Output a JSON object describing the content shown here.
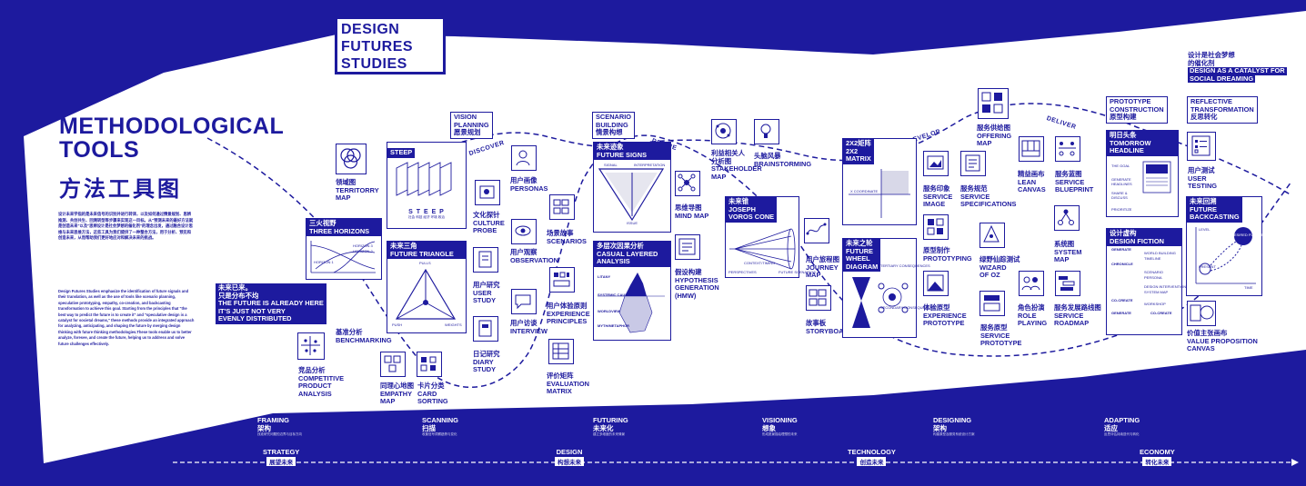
{
  "colors": {
    "brand": "#1d1a9e",
    "paper": "#ffffff"
  },
  "logo": [
    "DESIGN",
    "FUTURES",
    "STUDIES"
  ],
  "title_en": [
    "METHODOLOGICAL",
    "TOOLS"
  ],
  "title_cn": "方法工具图",
  "intro_cn": "设计未来学指的是未来信号的识别并进行转译，以及如何通过情景规划、思辨推测、共创共生、回溯转型等步骤来实现这一目标。从\"预测未来的最好方法就是创造未来\"以及\"思辨设计是社会梦想的催化剂\"的理念出发，通过融合设计思维与未来思维方法，这些工具为我们提供了一种整合方法，用于分析、预见和创造未来，从而帮助我们更好地应对和解决未来的挑战。",
  "intro_en": "Design Futures Studies emphasize the identification of future signals and their translation, as well as the use of tools like scenario planning, speculative prototyping, empathy, co-creation, and backcasting transformation to achieve this goal. Starting from the principles that \"the best way to predict the future is to create it\" and \"speculative design is a catalyst for societal dreams,\" these methods provide an integrated approach for analyzing, anticipating, and shaping the future by merging design thinking with future thinking methodologies.These tools enable us to better analyze, foresee, and create the future, helping us to address and solve future challenges effectively.",
  "phases": {
    "discover": "DISCOVER",
    "define": "DEFINE",
    "develop": "DEVELOP",
    "deliver": "DELIVER"
  },
  "tools": {
    "territorry_map": [
      "领域图",
      "TERRITORRY",
      "MAP"
    ],
    "three_horizons": [
      "三火视野",
      "THREE HORIZONS"
    ],
    "horizons_inner": [
      "HORIZON 1",
      "HORIZON 2",
      "HORIZON 3"
    ],
    "already_here": [
      "未来已来。",
      "只是分布不均",
      "THE FUTURE IS ALREADY HERE",
      "IT'S JUST NOT VERY",
      "EVENLY DISTRIBUTED"
    ],
    "benchmarking": [
      "基准分析",
      "BENCHMARKING"
    ],
    "competitive": [
      "竞品分析",
      "COMPETITIVE",
      "PRODUCT",
      "ANALYSIS"
    ],
    "steep": "STEEP",
    "steep_letters": "S  T  E  E  P",
    "steep_sub": "社会  科技  经济  环境  政治",
    "future_triangle": [
      "未来三角",
      "FUTURE TRIANGLE"
    ],
    "triangle_pulls": "PULLS",
    "triangle_push": "PUSH",
    "triangle_weights": "WEIGHTS",
    "empathy_map": [
      "同理心地图",
      "EMPATHY",
      "MAP"
    ],
    "card_sorting": [
      "卡片分类",
      "CARD",
      "SORTING"
    ],
    "vision_planning": [
      "VISION",
      "PLANNING",
      "愿景规划"
    ],
    "personas": [
      "用户画像",
      "PERSONAS"
    ],
    "culture_probe": [
      "文化探针",
      "CULTURE",
      "PROBE"
    ],
    "scenarios": [
      "场景故事",
      "SCENARIOS"
    ],
    "observation": [
      "用户观察",
      "OBSERVATION"
    ],
    "user_study": [
      "用户研究",
      "USER",
      "STUDY"
    ],
    "interview": [
      "用户访谈",
      "INTERVIEW"
    ],
    "experience_principles": [
      "用户体验原则",
      "EXPERIENCE",
      "PRINCIPLES"
    ],
    "diary_study": [
      "日记研究",
      "DIARY",
      "STUDY"
    ],
    "evaluation_matrix": [
      "评价矩阵",
      "EVALUATION",
      "MATRIX"
    ],
    "scenario_building": [
      "SCENARIO",
      "BUILDING",
      "情景构想"
    ],
    "future_signs": [
      "未来迹象",
      "FUTURE SIGNS"
    ],
    "signs_inner": [
      "SIGNAL",
      "INTERPRETATION",
      "ISSUE"
    ],
    "cla": [
      "多层次因果分析",
      "CASUAL LAYERED",
      "ANALYSIS"
    ],
    "cla_inner": [
      "LITANY",
      "SYSTEMIC CAUSES",
      "WORLDVIEW",
      "MYTH/METAPHOR"
    ],
    "stakeholder_map": [
      "利益相关人",
      "分析图",
      "STAKEHOLDER",
      "MAP"
    ],
    "brainstorming": [
      "头脑风暴",
      "BRAINSTORMING"
    ],
    "mind_map": [
      "思维导图",
      "MIND MAP"
    ],
    "hmw": [
      "假设构建",
      "HYPOTHESIS",
      "GENERATION",
      "(HMW)"
    ],
    "voros_cone": [
      "未来锥",
      "JOSEPH",
      "VOROS CONE"
    ],
    "cone_inner": [
      "PERSPECTIVES",
      "CONTEXT/TIMING",
      "FUTURE SCENARIOS"
    ],
    "journey_map": [
      "用户旅程图",
      "JOURNEY",
      "MAP"
    ],
    "storyboard": [
      "故事板",
      "STORYBOARD"
    ],
    "matrix": [
      "2X2矩阵",
      "2X2",
      "MATRIX"
    ],
    "matrix_inner": "X COORDINATE",
    "future_wheel": [
      "未来之轮",
      "FUTURE",
      "WHEEL",
      "DIAGRAM"
    ],
    "wheel_inner": [
      "TERTIARY CONSEQUENCES",
      "SECONDARY CONSEQUENCES"
    ],
    "service_image": [
      "服务印象",
      "SERVICE",
      "IMAGE"
    ],
    "service_spec": [
      "服务规范",
      "SERVICE",
      "SPECIFICATIONS"
    ],
    "prototyping": [
      "原型制作",
      "PROTOTYPING"
    ],
    "experience_prototype": [
      "体验原型",
      "EXPERIENCE",
      "PROTOTYPE"
    ],
    "offering_map": [
      "服务供给图",
      "OFFERING",
      "MAP"
    ],
    "lean_canvas": [
      "精益画布",
      "LEAN",
      "CANVAS"
    ],
    "service_blueprint": [
      "服务蓝图",
      "SERVICE",
      "BLUEPRINT"
    ],
    "wizard_of_oz": [
      "绿野仙踪测试",
      "WIZARD",
      "OF OZ"
    ],
    "system_map": [
      "系统图",
      "SYSTEM",
      "MAP"
    ],
    "role_playing": [
      "角色扮演",
      "ROLE",
      "PLAYING"
    ],
    "service_roadmap": [
      "服务发展路线图",
      "SERVICE",
      "ROADMAP"
    ],
    "service_prototype": [
      "服务原型",
      "SERVICE",
      "PROTOTYPE"
    ],
    "catalyst": [
      "设计是社会梦想",
      "的催化剂",
      "DESIGN AS A CATALYST FOR",
      "SOCIAL DREAMING"
    ],
    "prototype_construction": [
      "PROTOTYPE",
      "CONSTRUCTION",
      "原型构建"
    ],
    "reflective_transformation": [
      "REFLECTIVE",
      "TRANSFORMATION",
      "反思转化"
    ],
    "tomorrow_headline": [
      "明日头条",
      "TOMORROW",
      "HEADLINE"
    ],
    "headline_inner": [
      "THE GOAL",
      "GENERATE",
      "HEADLINES",
      "SHARE &",
      "DISCUSS",
      "PRIORITIZE"
    ],
    "user_testing": [
      "用户测试",
      "USER",
      "TESTING"
    ],
    "backcasting": [
      "未来回溯",
      "FUTURE",
      "BACKCASTING"
    ],
    "design_fiction": [
      "设计虚构",
      "DESIGN FICTION"
    ],
    "fiction_inner": [
      "GENERATE",
      "WORLD BUILDING",
      "TIMELINE",
      "CHRONICLE",
      "SCENARIO",
      "PERSONA",
      "DESIGN INTERVENTION",
      "SYSTEM MAP",
      "CO-CREATE",
      "WORKSHOP",
      "GENERATE",
      "CO-CREATE"
    ],
    "backcast_inner": [
      "LEVEL",
      "PRESENT",
      "DESIRED FUTURE",
      "TIME"
    ],
    "vpc": [
      "价值主张画布",
      "VALUE PROPOSITION",
      "CANVAS"
    ]
  },
  "stages": [
    {
      "en": "FRAMING",
      "cn": "架构",
      "desc": "找准研究问题的边界与目标方向"
    },
    {
      "en": "SCANNING",
      "cn": "扫描",
      "desc": "收集信号洞察趋势与变化"
    },
    {
      "en": "FUTURING",
      "cn": "未来化",
      "desc": "建立多维度的未来情景"
    },
    {
      "en": "VISIONING",
      "cn": "想象",
      "desc": "形成愿景描绘理想的未来"
    },
    {
      "en": "DESIGNING",
      "cn": "架构",
      "desc": "构建原型及服务系统设计方案"
    },
    {
      "en": "ADAPTING",
      "cn": "适应",
      "desc": "反思评估持续迭代与转化"
    }
  ],
  "timeline": [
    {
      "en": "STRATEGY",
      "cn": "展望未来"
    },
    {
      "en": "DESIGN",
      "cn": "构想未来"
    },
    {
      "en": "TECHNOLOGY",
      "cn": "创造未来"
    },
    {
      "en": "ECONOMY",
      "cn": "转化未来"
    }
  ]
}
